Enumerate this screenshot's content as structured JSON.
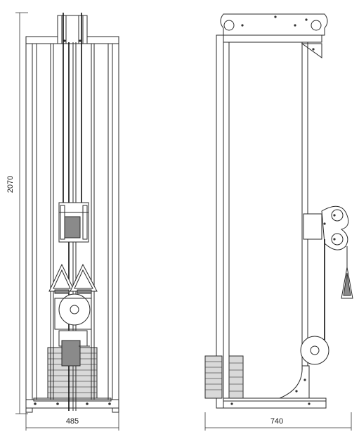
{
  "dimensions": {
    "height": "2070",
    "front_width": "485",
    "side_width": "740"
  }
}
